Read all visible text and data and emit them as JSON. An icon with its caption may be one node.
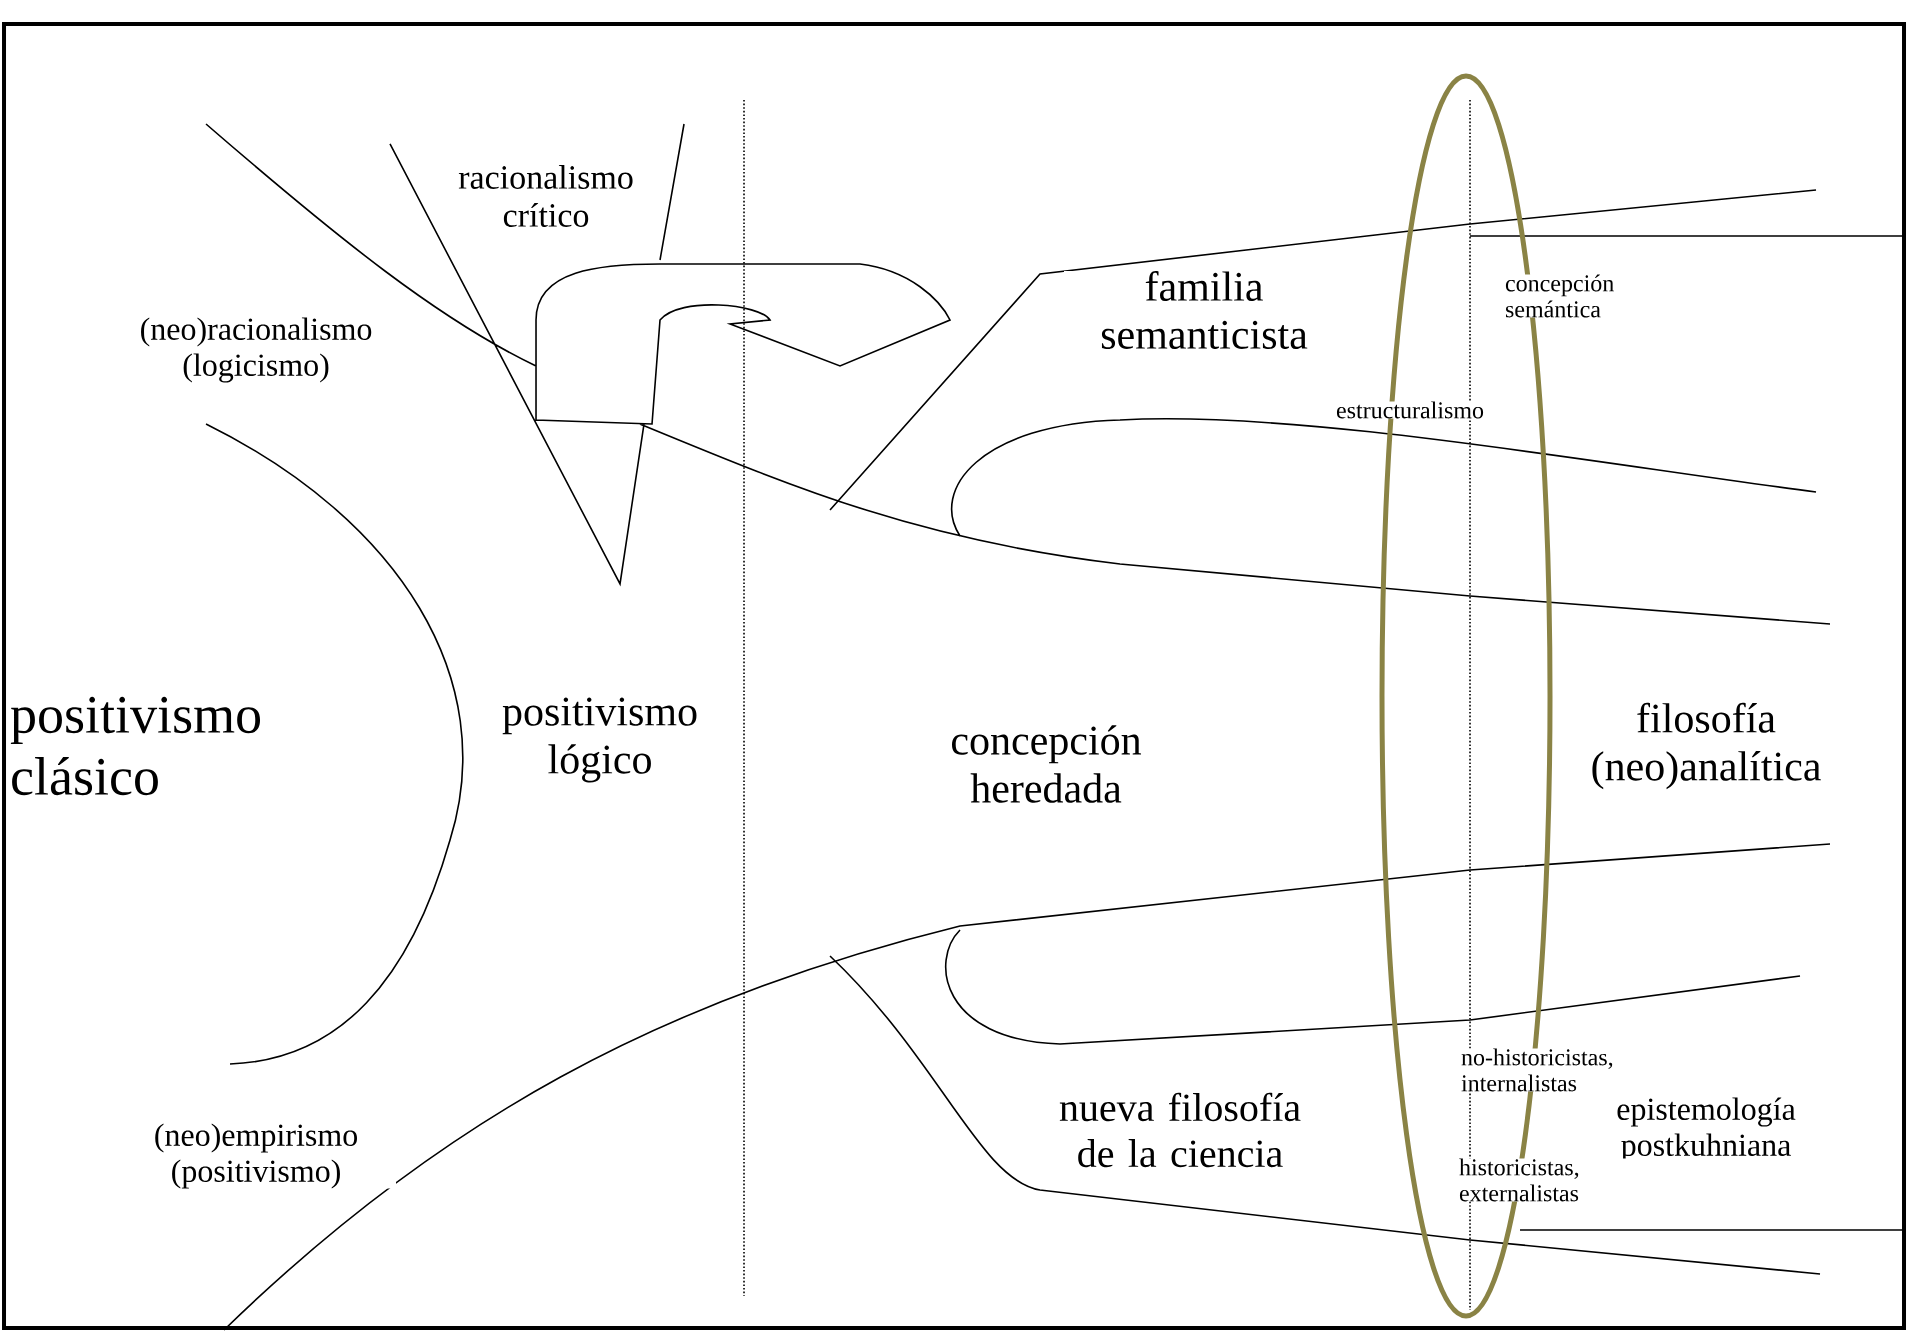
{
  "diagram": {
    "labels": [
      "racionalismo crítico",
      "(neo)racionalismo (logicismo)",
      "familia semanticista",
      "concepción semántica",
      "estructuralismo",
      "positivismo clásico",
      "positivismo lógico",
      "concepción heredada",
      "filosofía (neo)analítica",
      "no-historicistas, internalistas",
      "nueva filosofía de la ciencia",
      "epistemología postkuhniana",
      "historicistas, externalistas",
      "(neo)empirismo (positivismo)"
    ]
  }
}
